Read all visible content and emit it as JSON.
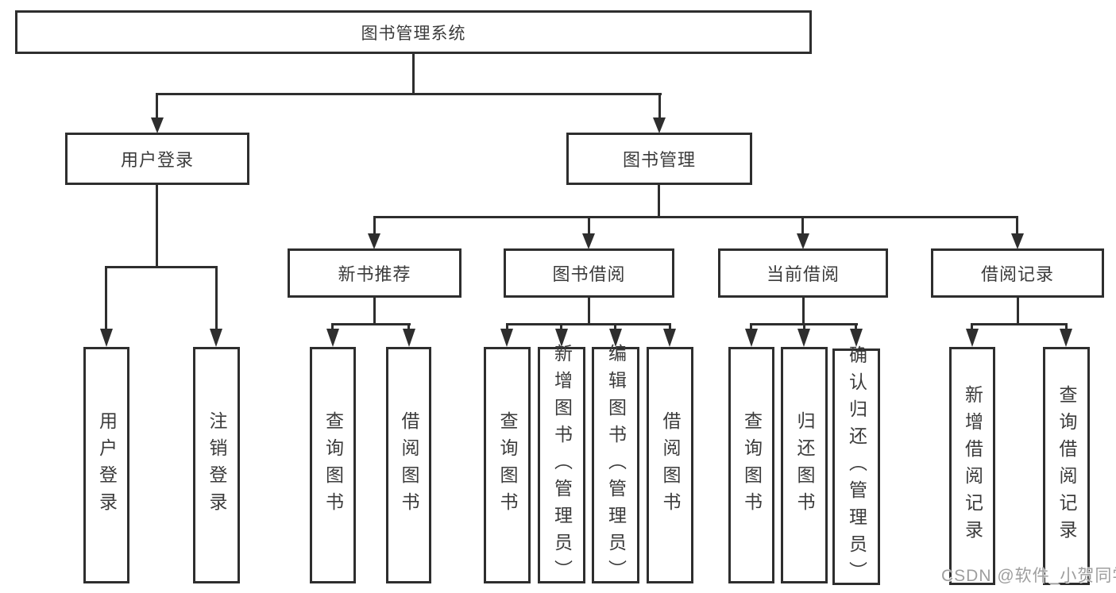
{
  "diagram": {
    "root": {
      "label": "图书管理系统"
    },
    "branches": [
      {
        "label": "用户登录",
        "children": [
          {
            "label": "用户登录"
          },
          {
            "label": "注销登录"
          }
        ]
      },
      {
        "label": "图书管理",
        "children": [
          {
            "label": "新书推荐",
            "children": [
              {
                "label": "查询图书"
              },
              {
                "label": "借阅图书"
              }
            ]
          },
          {
            "label": "图书借阅",
            "children": [
              {
                "label": "查询图书"
              },
              {
                "label": "新增图书（管理员）"
              },
              {
                "label": "编辑图书（管理员）"
              },
              {
                "label": "借阅图书"
              }
            ]
          },
          {
            "label": "当前借阅",
            "children": [
              {
                "label": "查询图书"
              },
              {
                "label": "归还图书"
              },
              {
                "label": "确认归还（管理员）"
              }
            ]
          },
          {
            "label": "借阅记录",
            "children": [
              {
                "label": "新增借阅记录"
              },
              {
                "label": "查询借阅记录"
              }
            ]
          }
        ]
      }
    ]
  },
  "watermark": {
    "text": "CSDN @软件_小贺同学"
  },
  "colors": {
    "line": "#2e2e2e",
    "text": "#3b3b3b",
    "background": "#ffffff",
    "watermark": "#9e9e9e"
  }
}
